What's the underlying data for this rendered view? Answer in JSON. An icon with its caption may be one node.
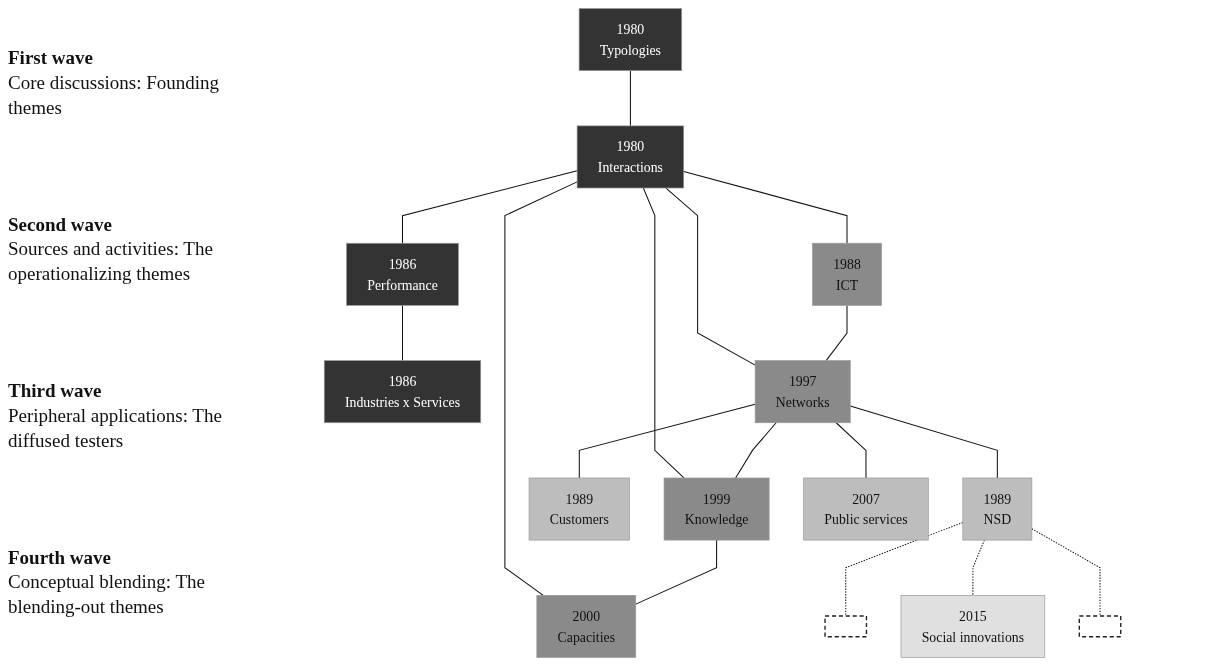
{
  "diagram": {
    "nodes": [
      {
        "text": [
          "1980",
          "Typologies"
        ]
      },
      {
        "text": [
          "1980",
          "Interactions"
        ]
      },
      {
        "text": [
          "1986",
          "Performance"
        ]
      },
      {
        "text": [
          "1986",
          "Industries x Services"
        ]
      },
      {
        "text": [
          "1988",
          "ICT"
        ]
      },
      {
        "text": [
          "1997",
          "Networks"
        ]
      },
      {
        "text": [
          "1999",
          "Knowledge"
        ]
      },
      {
        "text": [
          "2000",
          "Capacities"
        ]
      },
      {
        "text": [
          "1989",
          "Customers"
        ]
      },
      {
        "text": [
          "1989",
          "NSD"
        ]
      },
      {
        "text": [
          "2007",
          "Public services"
        ]
      },
      {
        "text": [],
        "shape": "box"
      },
      {
        "text": [
          "2015",
          "Social innovations"
        ]
      },
      {
        "text": [],
        "shape": "box"
      }
    ],
    "edges": [
      {
        "from": 0,
        "to": 1,
        "arrow": "none"
      },
      {
        "from": 1,
        "to": 2,
        "arrow": "none"
      },
      {
        "from": 2,
        "to": 3,
        "arrow": "none"
      },
      {
        "from": 1,
        "to": 4,
        "arrow": "none"
      },
      {
        "from": 1,
        "to": 5,
        "arrow": "none"
      },
      {
        "from": 1,
        "to": 6,
        "arrow": "none"
      },
      {
        "from": 1,
        "to": 7,
        "arrow": "none"
      },
      {
        "from": 4,
        "to": 5,
        "arrow": "none"
      },
      {
        "from": 5,
        "to": 6,
        "arrow": "none"
      },
      {
        "from": 6,
        "to": 7,
        "arrow": "none"
      },
      {
        "from": 5,
        "to": 8,
        "arrow": "none"
      },
      {
        "from": 5,
        "to": 9,
        "arrow": "none"
      },
      {
        "from": 5,
        "to": 10,
        "arrow": "none"
      },
      {
        "from": 9,
        "to": 11,
        "arrow": "none",
        "style": "dashed"
      },
      {
        "from": 9,
        "to": 12,
        "arrow": "none",
        "style": "dashed"
      },
      {
        "from": 9,
        "to": 13,
        "arrow": "none",
        "style": "dashed"
      }
    ],
    "labels": [
      "First wave",
      "Core discussions: Founding themes",
      "Second wave",
      "Sources and activities: The operationalizing themes",
      "Third wave",
      "Peripheral applications: The diffused testers",
      "Fourth wave",
      "Conceptual blending: The blending-out themes"
    ]
  }
}
